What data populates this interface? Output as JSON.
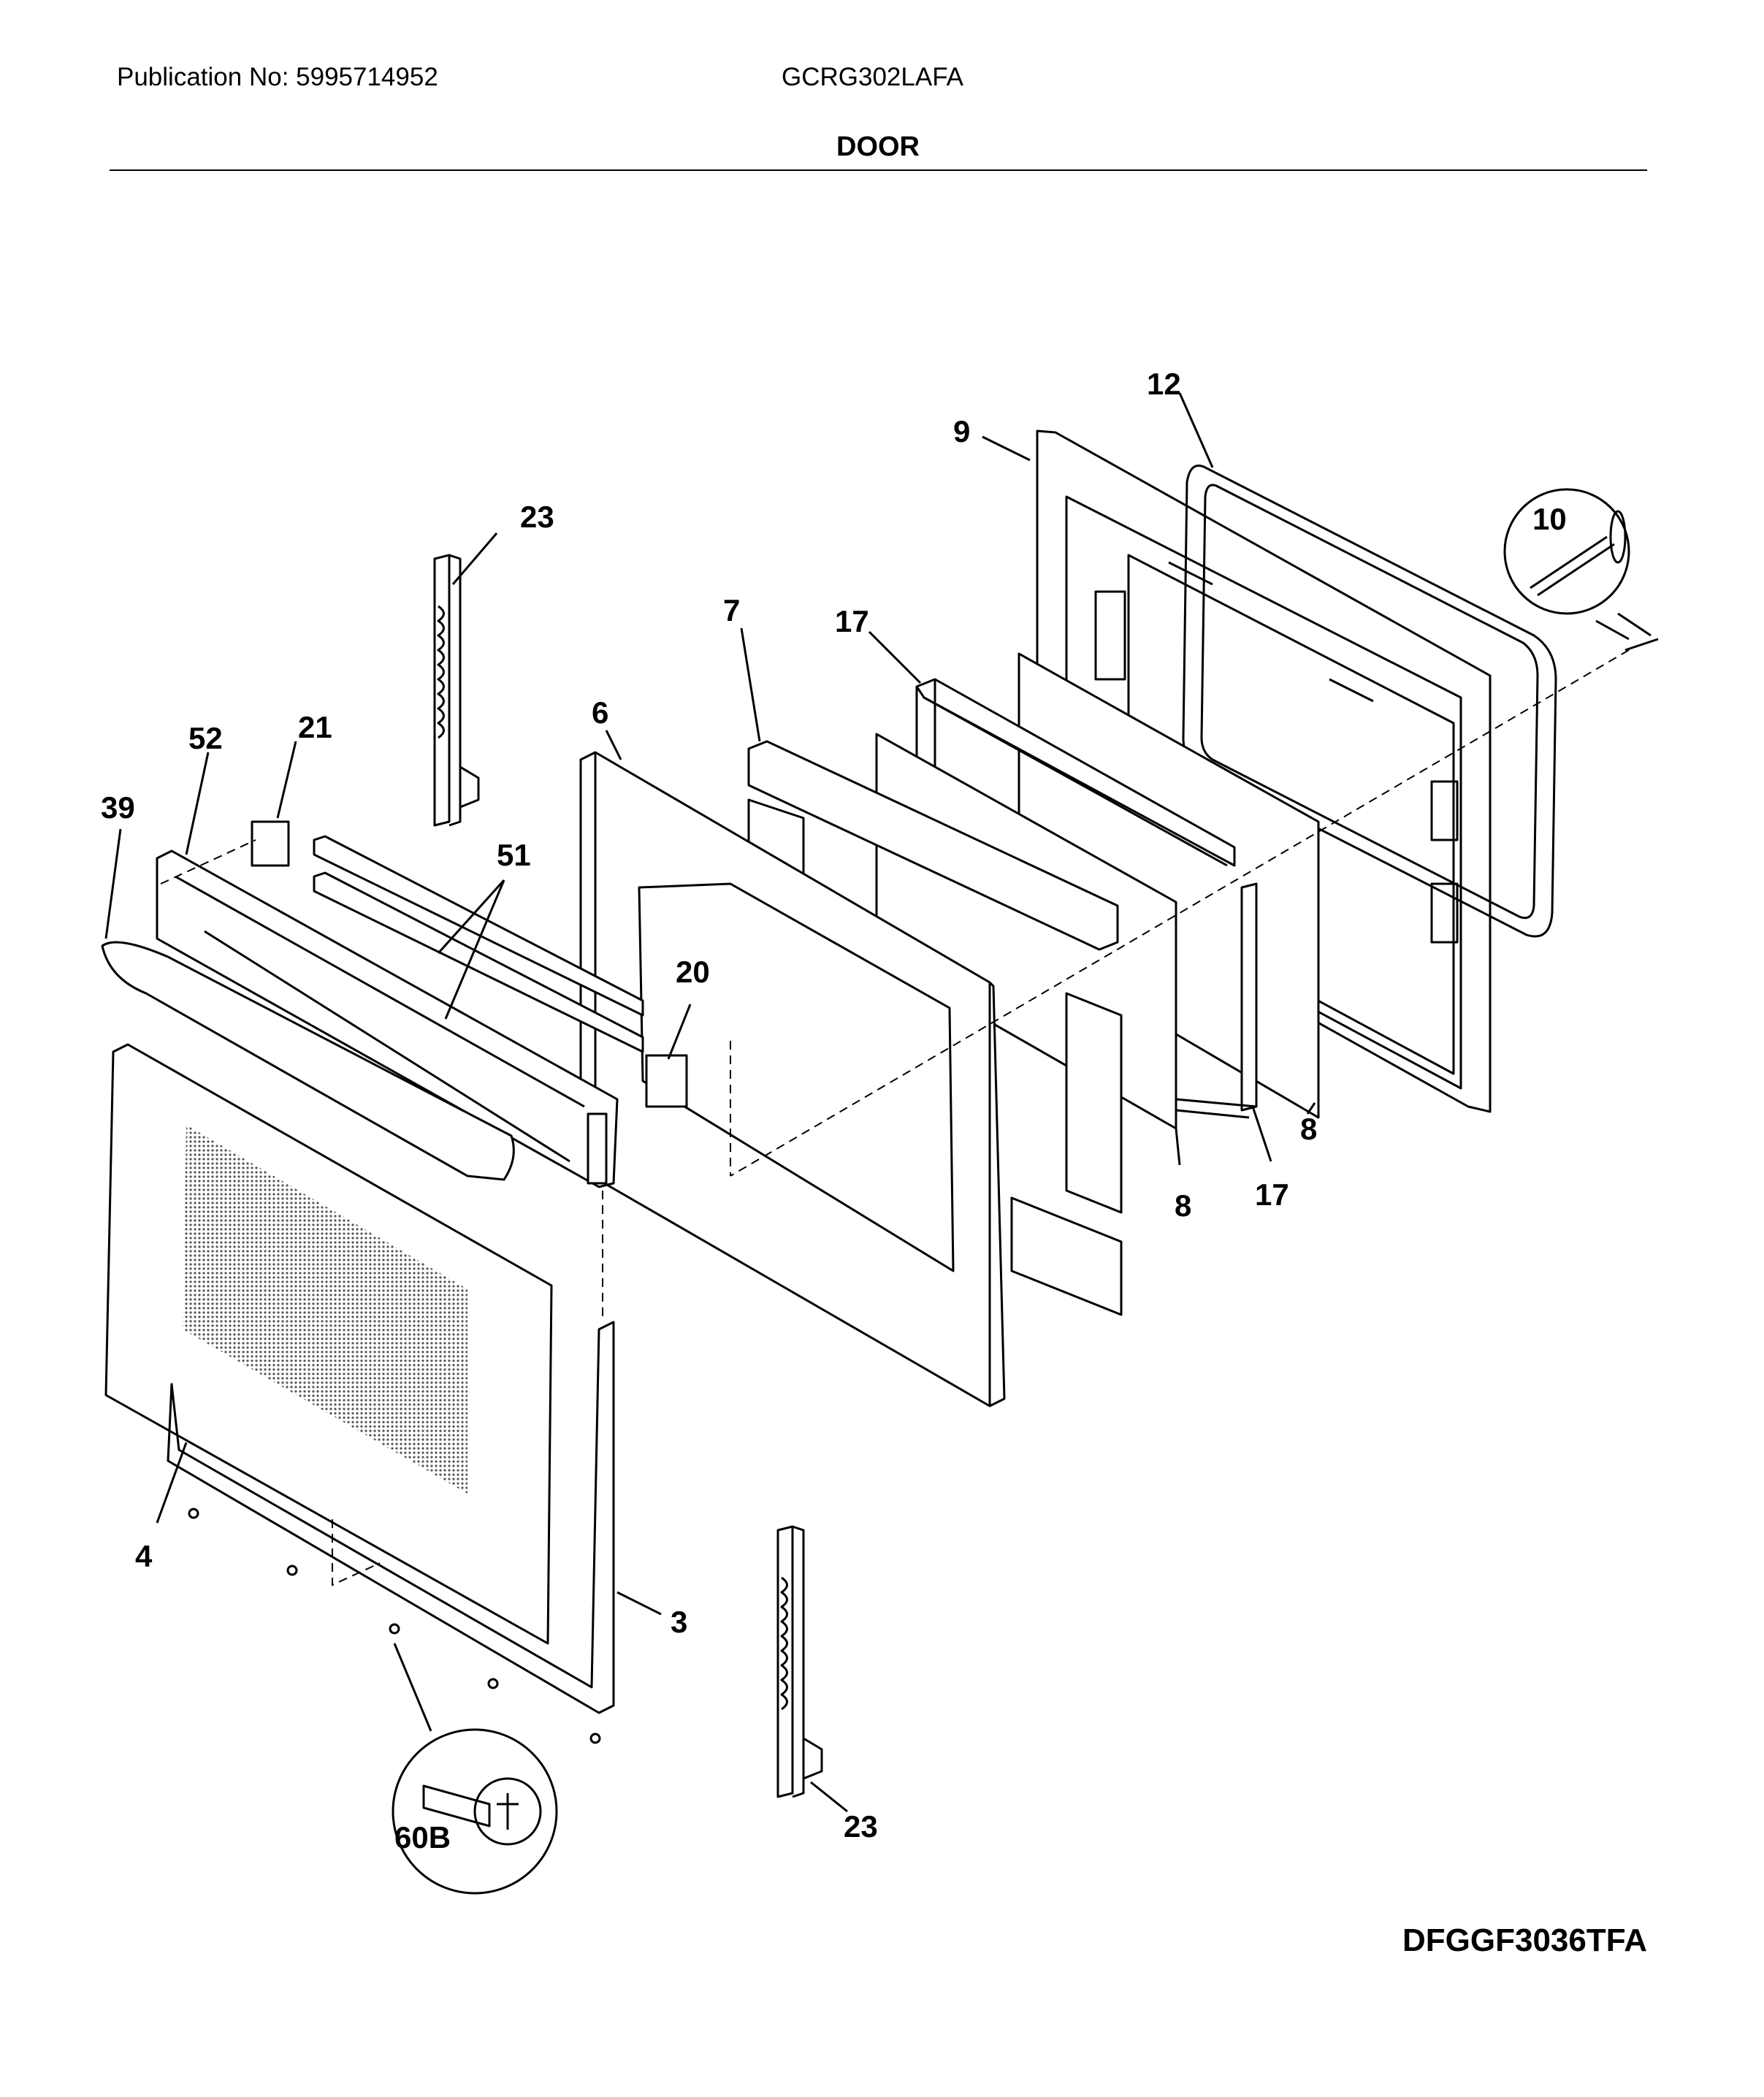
{
  "header": {
    "publication": "Publication No: 5995714952",
    "model": "GCRG302LAFA",
    "section_title": "DOOR"
  },
  "diagram_code": "DFGGF3036TFA",
  "callouts": [
    "12",
    "9",
    "10",
    "23",
    "7",
    "17",
    "52",
    "21",
    "6",
    "39",
    "51",
    "20",
    "8",
    "17",
    "8",
    "4",
    "3",
    "60B",
    "23"
  ]
}
